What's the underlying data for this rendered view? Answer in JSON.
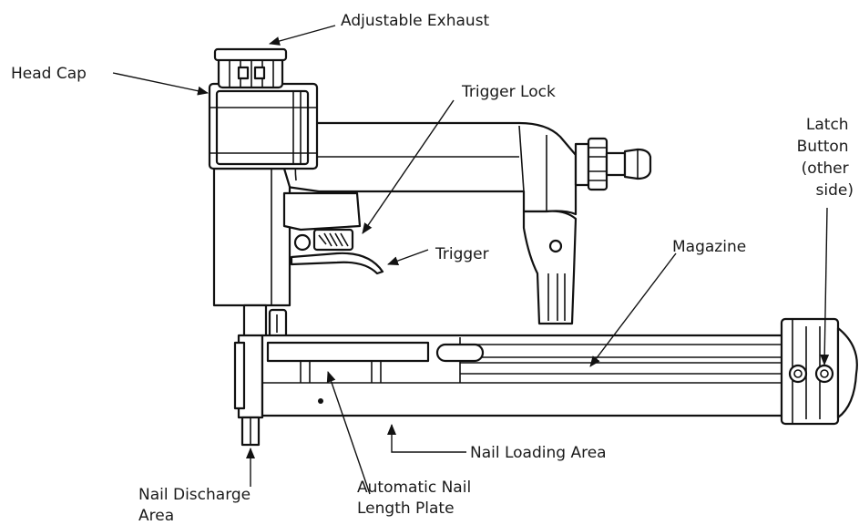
{
  "labels": {
    "adjustable_exhaust": "Adjustable Exhaust",
    "head_cap": "Head Cap",
    "trigger_lock": "Trigger Lock",
    "trigger": "Trigger",
    "latch_button": [
      "Latch",
      "Button",
      "(other",
      "side)"
    ],
    "magazine": "Magazine",
    "nail_loading_area": "Nail Loading Area",
    "automatic_nail_length_plate": [
      "Automatic Nail",
      "Length Plate"
    ],
    "nail_discharge_area": [
      "Nail Discharge",
      "Area"
    ]
  },
  "colors": {
    "line": "#111111",
    "background": "#ffffff"
  }
}
